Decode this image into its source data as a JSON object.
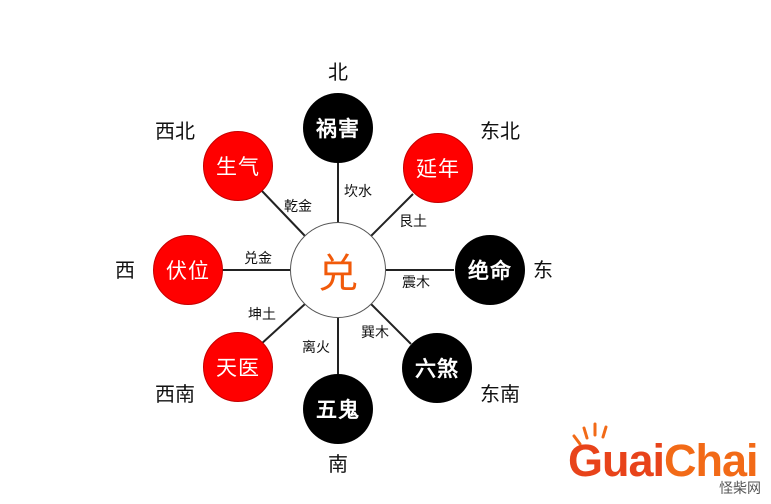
{
  "center_trigram": "兑",
  "directions": {
    "north": "北",
    "northeast": "东北",
    "east": "东",
    "southeast": "东南",
    "south": "南",
    "southwest": "西南",
    "west": "西",
    "northwest": "西北"
  },
  "nodes": {
    "north": {
      "text": "祸害",
      "tone": "black"
    },
    "northeast": {
      "text": "延年",
      "tone": "red"
    },
    "east": {
      "text": "绝命",
      "tone": "black"
    },
    "southeast": {
      "text": "六煞",
      "tone": "black"
    },
    "south": {
      "text": "五鬼",
      "tone": "black"
    },
    "southwest": {
      "text": "天医",
      "tone": "red"
    },
    "west": {
      "text": "伏位",
      "tone": "red"
    },
    "northwest": {
      "text": "生气",
      "tone": "red"
    }
  },
  "trigrams": {
    "north": "坎水",
    "northeast": "艮土",
    "east": "震木",
    "southeast": "巽木",
    "south": "离火",
    "southwest": "坤土",
    "west": "兑金",
    "northwest": "乾金"
  },
  "colors": {
    "red_node": "#ff0000",
    "black_node": "#000000",
    "center_text": "#f15a0a",
    "spoke": "#222222"
  },
  "watermark": {
    "word_part1": "Guai",
    "word_part2": "Chai",
    "sub": "怪柴网"
  }
}
